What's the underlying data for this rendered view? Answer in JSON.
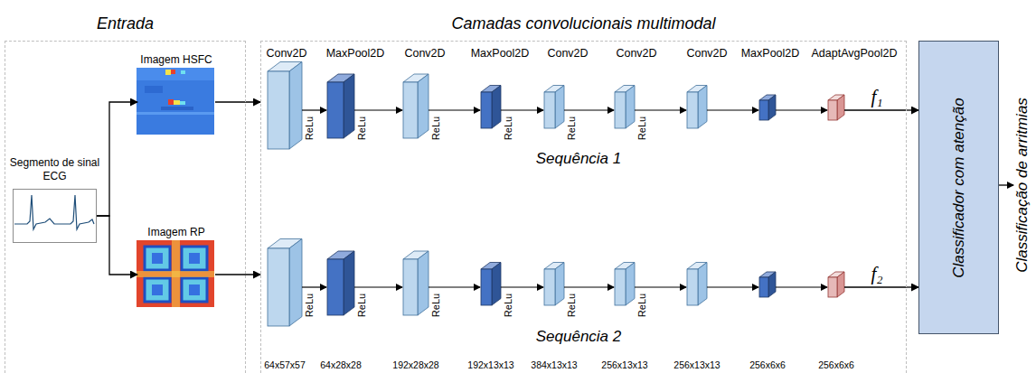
{
  "diagram": {
    "nodes": [
      {
        "text": [
          "Entrada"
        ]
      },
      {
        "text": [
          "Segmento de sinal ECG"
        ],
        "in": 0
      },
      {
        "text": [
          "Imagem HSFC"
        ],
        "in": 0
      },
      {
        "text": [
          "Imagem RP"
        ],
        "in": 0
      },
      {
        "text": [
          "Camadas convolucionais multimodal"
        ]
      },
      {
        "text": [
          "Classificador com atenção"
        ]
      }
    ],
    "edges": [
      {
        "from": 1,
        "to": 2,
        "arrow": "to"
      },
      {
        "from": 1,
        "to": 3,
        "arrow": "to"
      },
      {
        "from": 2,
        "to": 4,
        "arrow": "to"
      },
      {
        "from": 3,
        "to": 4,
        "arrow": "to"
      },
      {
        "from": 4,
        "to": 5,
        "label": "f₁",
        "arrow": "to"
      },
      {
        "from": 4,
        "to": 5,
        "label": "f₂",
        "arrow": "to"
      }
    ],
    "labels": [
      "Conv2D",
      "MaxPool2D",
      "Conv2D",
      "MaxPool2D",
      "Conv2D",
      "Conv2D",
      "Conv2D",
      "MaxPool2D",
      "AdaptAvgPool2D",
      "ReLu",
      "ReLu",
      "ReLu",
      "ReLu",
      "ReLu",
      "ReLu",
      "Sequência 1",
      "ReLu",
      "ReLu",
      "ReLu",
      "ReLu",
      "ReLu",
      "ReLu",
      "Sequência 2",
      "64x57x57",
      "64x28x28",
      "192x28x28",
      "192x13x13",
      "384x13x13",
      "256x13x13",
      "256x13x13",
      "256x6x6",
      "256x6x6",
      "Classificação de arritmias"
    ]
  }
}
